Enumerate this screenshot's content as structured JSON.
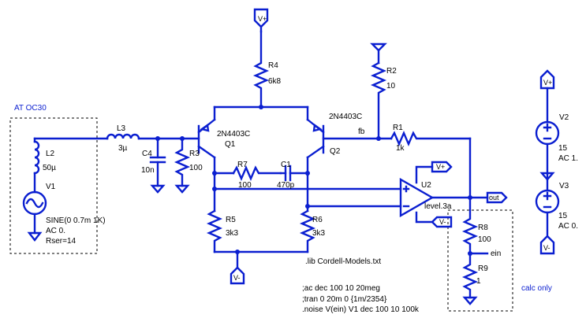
{
  "annotations": {
    "top_left": "AT OC30",
    "calc_only": "calc only",
    "lib": ".lib Cordell-Models.txt",
    "ac": ";ac dec 100 10 20meg",
    "tran": ";tran 0 20m 0 {1m/2354}",
    "noise": ".noise V(ein) V1 dec 100 10 100k"
  },
  "components": {
    "L2": {
      "name": "L2",
      "value": "50µ"
    },
    "L3": {
      "name": "L3",
      "value": "3µ"
    },
    "C4": {
      "name": "C4",
      "value": "10n"
    },
    "R3": {
      "name": "R3",
      "value": "100"
    },
    "R4": {
      "name": "R4",
      "value": "6k8"
    },
    "Q1": {
      "name": "Q1",
      "model": "2N4403C"
    },
    "Q2": {
      "name": "Q2",
      "model": "2N4403C"
    },
    "R7": {
      "name": "R7",
      "value": "100"
    },
    "C1": {
      "name": "C1",
      "value": "470p"
    },
    "R5": {
      "name": "R5",
      "value": "3k3"
    },
    "R6": {
      "name": "R6",
      "value": "3k3"
    },
    "R2": {
      "name": "R2",
      "value": "10"
    },
    "R1": {
      "name": "R1",
      "value": "1k"
    },
    "U2": {
      "name": "U2",
      "model": "level.3a"
    },
    "R8": {
      "name": "R8",
      "value": "100"
    },
    "R9": {
      "name": "R9",
      "value": "1"
    },
    "V1": {
      "name": "V1",
      "line1": "SINE(0 0.7m 1K)",
      "line2": "AC 0.",
      "line3": "Rser=14"
    },
    "V2": {
      "name": "V2",
      "line1": "15",
      "line2": "AC 1."
    },
    "V3": {
      "name": "V3",
      "line1": "15",
      "line2": "AC 0."
    }
  },
  "nets": {
    "fb": "fb",
    "ein": "ein",
    "out": "out",
    "vplus": "V+",
    "vminus": "V-"
  }
}
